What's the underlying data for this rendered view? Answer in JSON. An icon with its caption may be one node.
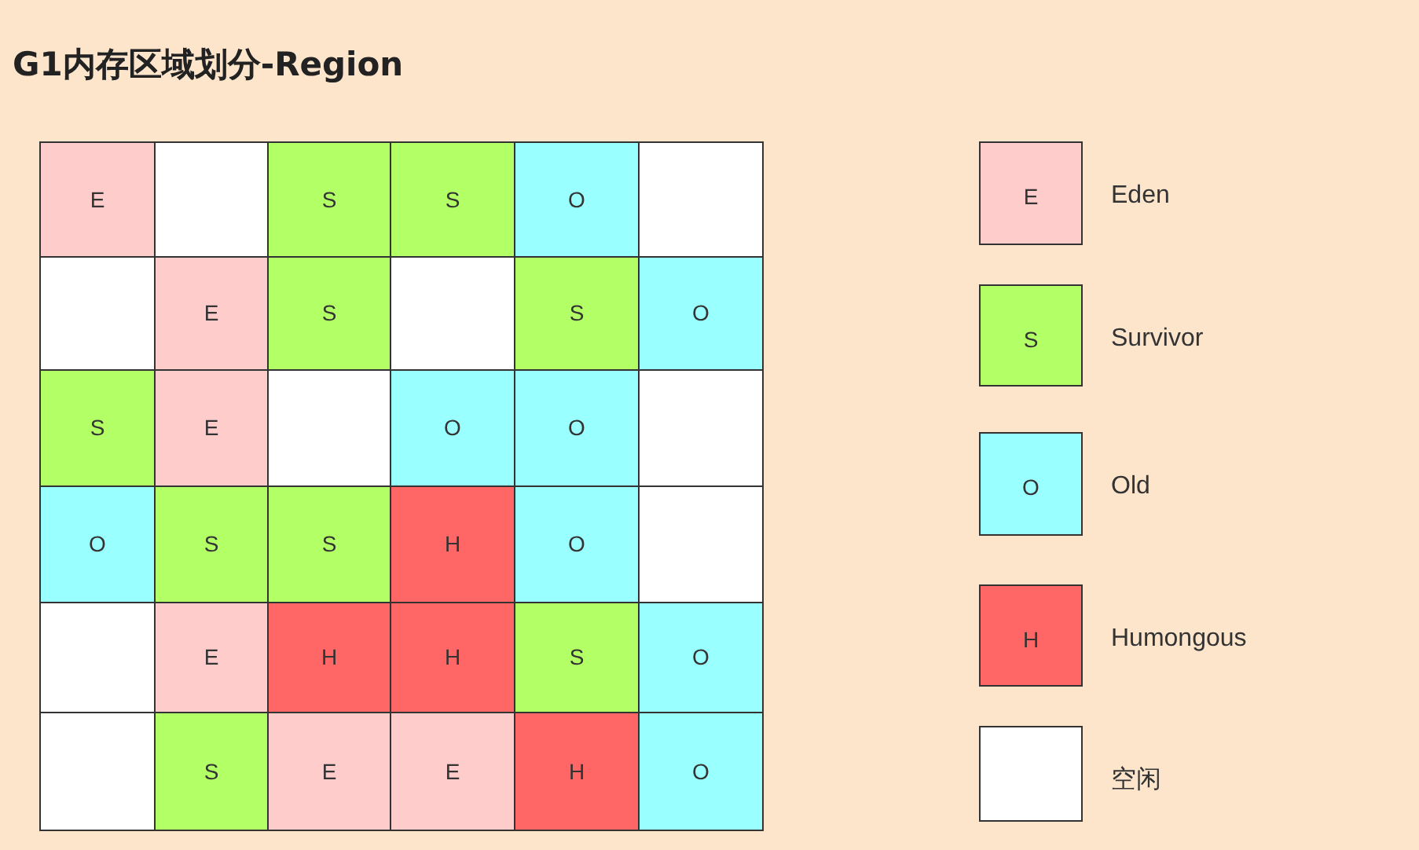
{
  "diagram": {
    "title": "G1内存区域划分-Region",
    "nodes": [
      {
        "text": [
          "E"
        ]
      },
      {
        "text": [],
        "shape": "box"
      },
      {
        "text": [
          "S"
        ]
      },
      {
        "text": [
          "S"
        ]
      },
      {
        "text": [
          "O"
        ]
      },
      {
        "text": [],
        "shape": "box"
      },
      {
        "text": [],
        "shape": "box"
      },
      {
        "text": [
          "E"
        ]
      },
      {
        "text": [
          "S"
        ]
      },
      {
        "text": [],
        "shape": "box"
      },
      {
        "text": [
          "S"
        ]
      },
      {
        "text": [
          "O"
        ]
      },
      {
        "text": [
          "S"
        ]
      },
      {
        "text": [
          "E"
        ]
      },
      {
        "text": [],
        "shape": "box"
      },
      {
        "text": [
          "O"
        ]
      },
      {
        "text": [
          "O"
        ]
      },
      {
        "text": [],
        "shape": "box"
      },
      {
        "text": [
          "O"
        ]
      },
      {
        "text": [
          "S"
        ]
      },
      {
        "text": [
          "S"
        ]
      },
      {
        "text": [
          "H"
        ]
      },
      {
        "text": [
          "O"
        ]
      },
      {
        "text": [],
        "shape": "box"
      },
      {
        "text": [],
        "shape": "box"
      },
      {
        "text": [
          "E"
        ]
      },
      {
        "text": [
          "H"
        ]
      },
      {
        "text": [
          "H"
        ]
      },
      {
        "text": [
          "S"
        ]
      },
      {
        "text": [
          "O"
        ]
      },
      {
        "text": [],
        "shape": "box"
      },
      {
        "text": [
          "S"
        ]
      },
      {
        "text": [
          "E"
        ]
      },
      {
        "text": [
          "E"
        ]
      },
      {
        "text": [
          "H"
        ]
      },
      {
        "text": [
          "O"
        ]
      }
    ],
    "labels": [
      "E",
      "S",
      "O",
      "H"
    ],
    "legend": [
      {
        "text": "Eden",
        "color": "#ffcccc"
      },
      {
        "text": "Survivor",
        "color": "#b3ff66"
      },
      {
        "text": "Old",
        "color": "#99ffff"
      },
      {
        "text": "Humongous",
        "color": "#ff6666"
      },
      {
        "text": "空闲",
        "color": "#ffffff"
      }
    ]
  }
}
